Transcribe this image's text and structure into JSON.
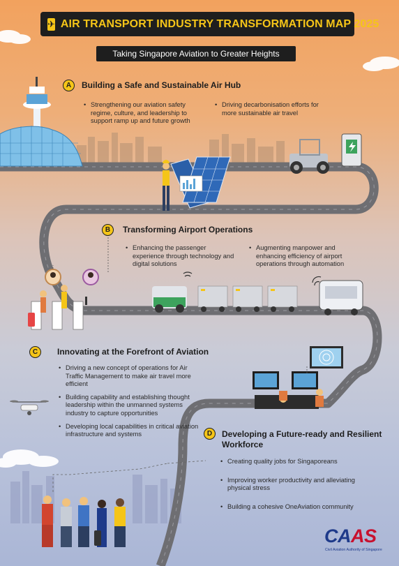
{
  "header": {
    "title": "AIR TRANSPORT INDUSTRY TRANSFORMATION MAP 2025",
    "subtitle": "Taking Singapore Aviation to Greater Heights"
  },
  "sections": [
    {
      "letter": "A",
      "title": "Building a Safe and Sustainable Air Hub",
      "bullets_left": [
        "Strengthening our aviation safety regime, culture, and leadership to support ramp up and future growth"
      ],
      "bullets_right": [
        "Driving decarbonisation efforts for more sustainable air travel"
      ]
    },
    {
      "letter": "B",
      "title": "Transforming Airport Operations",
      "bullets_left": [
        "Enhancing the passenger experience through technology and digital solutions"
      ],
      "bullets_right": [
        "Augmenting manpower and enhancing efficiency of airport operations through automation"
      ]
    },
    {
      "letter": "C",
      "title": "Innovating at the Forefront of Aviation",
      "bullets": [
        "Driving a new concept of operations for Air Traffic Management to make air travel more efficient",
        "Building capability and establishing thought leadership within the unmanned systems industry to capture opportunities",
        "Developing local capabilities in critical aviation infrastructure and systems"
      ]
    },
    {
      "letter": "D",
      "title": "Developing a Future-ready and Resilient Workforce",
      "bullets": [
        "Creating quality jobs for Singaporeans",
        "Improving worker productivity and alleviating physical stress",
        "Building a cohesive OneAviation community"
      ]
    }
  ],
  "logo": {
    "text_a": "CA",
    "text_b": "AS",
    "subtitle": "Civil Aviation Authority of Singapore"
  },
  "icons": {
    "header": "plane-icon",
    "a": [
      "control-tower-icon",
      "terminal-dome-icon",
      "solar-panel-icon",
      "worker-icon",
      "tractor-icon",
      "ev-charger-icon"
    ],
    "b": [
      "passenger-avatar-icon",
      "gate-icon",
      "baggage-tug-icon",
      "baggage-cart-icon",
      "robot-vehicle-icon"
    ],
    "c": [
      "drone-icon",
      "atc-console-icon",
      "radar-screen-icon"
    ],
    "d": [
      "crew-group-icon",
      "skyline-icon"
    ]
  },
  "colors": {
    "accent": "#f5c518",
    "dark": "#1e1e1e",
    "road": "#6e6e72",
    "logo_blue": "#1e3a8a",
    "logo_red": "#c8102e"
  }
}
